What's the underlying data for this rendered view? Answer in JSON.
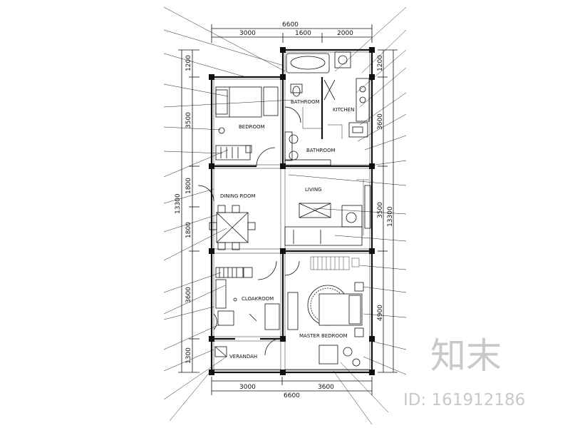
{
  "dimensions": {
    "top_total": "6600",
    "top_segments": [
      "3000",
      "1600",
      "2000"
    ],
    "bottom_total": "6600",
    "bottom_segments": [
      "3000",
      "3600"
    ],
    "left_total": "13300",
    "left_segments": [
      "1200",
      "3500",
      "1800",
      "1800",
      "3600",
      "1300"
    ],
    "right_total": "13300",
    "right_segments": [
      "1200",
      "3600",
      "3500",
      "4900"
    ]
  },
  "rooms": {
    "bathroom_top": "BATHROOM",
    "kitchen": "KITCHEN",
    "bedroom": "BEDROOM",
    "bathroom_bottom": "BATHROOM",
    "living": "LIVING",
    "dining_room": "DINING ROOM",
    "cloakroom": "CLOAKROOM",
    "master_bedroom": "MASTER BEDROOM",
    "verandah": "VERANDAH"
  },
  "watermark": {
    "logo": "知末",
    "id_text": "ID: 161912186"
  }
}
